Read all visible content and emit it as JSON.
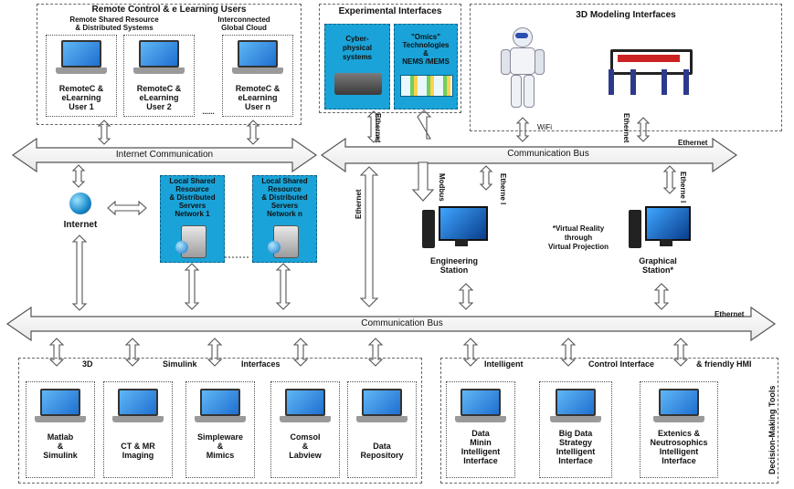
{
  "top_left": {
    "title": "Remote Control & e Learning Users",
    "sub_left": [
      "Remote Shared Resource",
      "& Distributed Systems"
    ],
    "sub_right": [
      "Interconnected",
      "Global Cloud"
    ],
    "users": [
      [
        "RemoteC &",
        "eLearning",
        "User 1"
      ],
      [
        "RemoteC &",
        "eLearning",
        "User 2"
      ],
      [
        "RemoteC &",
        "eLearning",
        "User n"
      ]
    ],
    "ellipsis": "......"
  },
  "internet_comm": "Internet Communication",
  "internet": "Internet",
  "local_servers": [
    [
      "Local Shared",
      "Resource",
      "& Distributed",
      "Servers",
      "Network 1"
    ],
    [
      "Local Shared",
      "Resource",
      "& Distributed",
      "Servers",
      "Network n"
    ]
  ],
  "experimental": {
    "title": "Experimental Interfaces",
    "cps": [
      "Cyber-",
      "physical",
      "systems"
    ],
    "omics": [
      "\"Omics\"",
      "Technologies",
      "&",
      "NEMS /MEMS"
    ]
  },
  "modeling": {
    "title": "3D Modeling Interfaces"
  },
  "comm_bus_top": "Communication Bus",
  "comm_bus_bottom": "Communication Bus",
  "link_labels": {
    "ethernet": "Ethernet",
    "wifi": "WiFi",
    "modbus": "Modbus",
    "ethernet_short": "Etherne l"
  },
  "stations": {
    "engineering": [
      "Engineering",
      "Station"
    ],
    "graphical": [
      "Graphical",
      "Station*"
    ],
    "vr": [
      "*Virtual Reality",
      "through",
      "Virtual Projection"
    ]
  },
  "bottom_left": {
    "heading_3d": "3D",
    "heading_sim": "Simulink",
    "heading_if": "Interfaces",
    "items": [
      [
        "Matlab",
        "&",
        "Simulink"
      ],
      [
        "CT & MR",
        "Imaging"
      ],
      [
        "Simpleware",
        "&",
        "Mimics"
      ],
      [
        "Comsol",
        "&",
        "Labview"
      ],
      [
        "Data",
        "Repository"
      ]
    ]
  },
  "bottom_right": {
    "heading_int": "Intelligent",
    "heading_ctrl": "Control Interface",
    "heading_hmi": "& friendly HMI",
    "side": "Decision-Making Tools",
    "items": [
      [
        "Data",
        "Minin",
        "Intelligent",
        "Interface"
      ],
      [
        "Big Data",
        "Strategy",
        "Intelligent",
        "Interface"
      ],
      [
        "Extenics &",
        "Neutrosophics",
        "Intelligent",
        "Interface"
      ]
    ]
  }
}
